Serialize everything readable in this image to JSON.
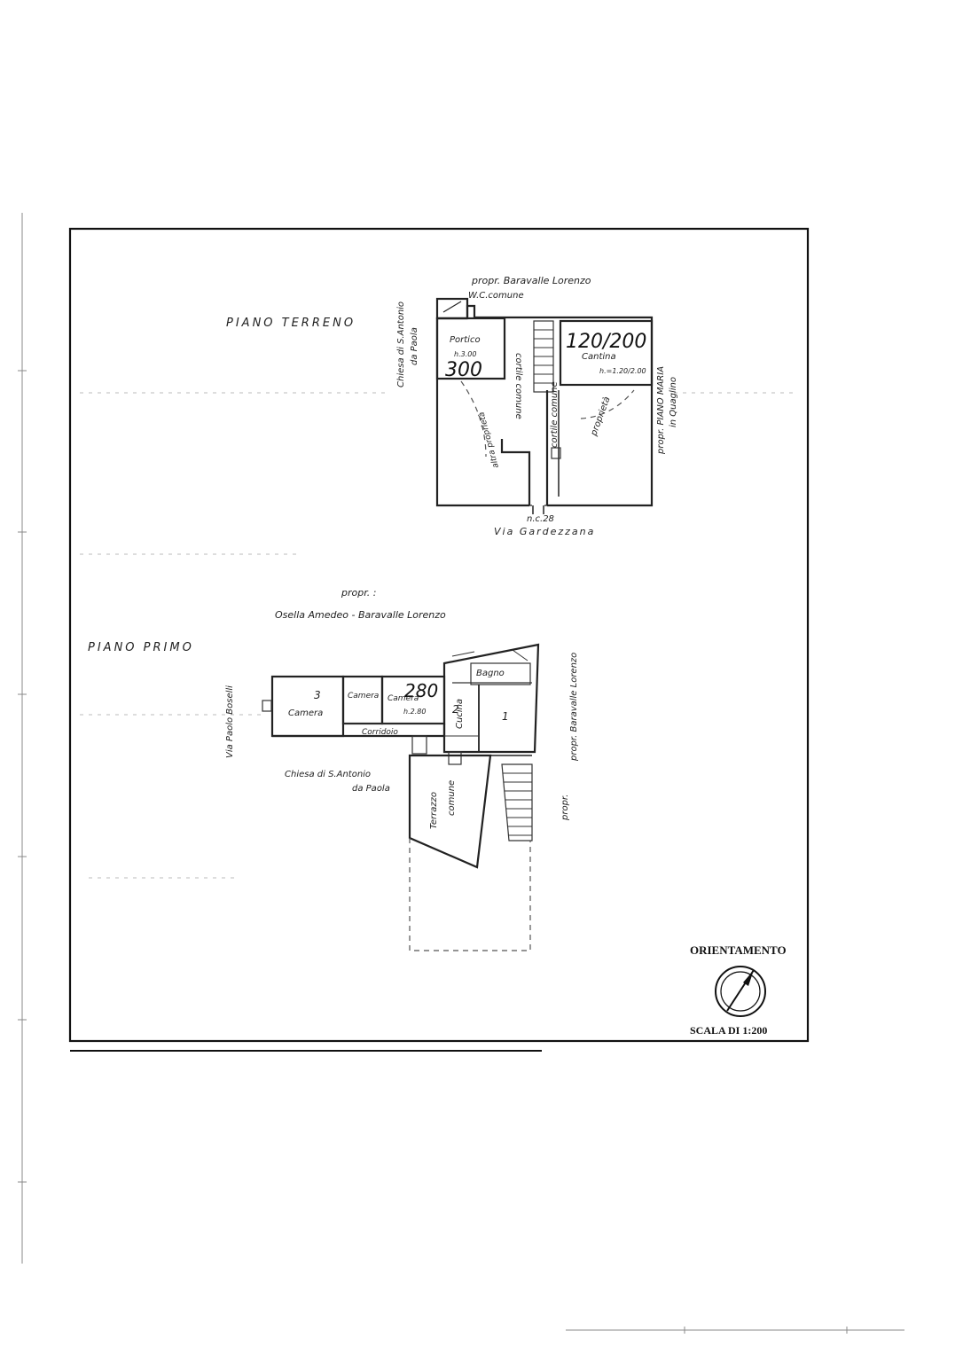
{
  "ground_floor": {
    "title": "PIANO TERRENO",
    "neighbour_top": "propr. Baravalle Lorenzo",
    "wc_label": "W.C.comune",
    "church_line1": "Chiesa di S.Antonio",
    "church_line2": "da Paola",
    "portico": "Portico",
    "portico_height": "h.3.00",
    "portico_height_hand": "300",
    "cantina": "Cantina",
    "cantina_height": "h.=1.20/2.00",
    "cantina_height_hand": "120/200",
    "cortile_comune": "cortile comune",
    "cortile_lane": "cortile comune",
    "right_owner_line1": "propr. PIANO MARIA",
    "right_owner_line2": "in Quaglino",
    "proprieta_right": "proprietà",
    "other_property_left": "altra proprietà",
    "house_number": "n.c.28",
    "street": "Via Gardezzana"
  },
  "first_floor": {
    "title": "PIANO PRIMO",
    "owners_prefix": "propr. :",
    "owners": "Osella Amedeo  -  Baravalle Lorenzo",
    "left_street": "Via Paolo Boselli",
    "right_owner": "propr. Baravalle Lorenzo",
    "church_line1": "Chiesa di S.Antonio",
    "church_line2": "da Paola",
    "room3_number": "3",
    "room3_label": "Camera",
    "camera_small": "Camera",
    "camera_mid": "Camera",
    "camera_mid_height": "h.2.80",
    "height_hand": "280",
    "room2_number": "2",
    "room2_label": "Cucina",
    "room1_number": "1",
    "bagno": "Bagno",
    "corridoio": "Corridoio",
    "terrazzo": "Terrazzo",
    "terrazzo_comune": "comune",
    "propr_right": "propr."
  },
  "legend": {
    "orientation": "ORIENTAMENTO",
    "scale": "SCALA DI 1:200"
  }
}
